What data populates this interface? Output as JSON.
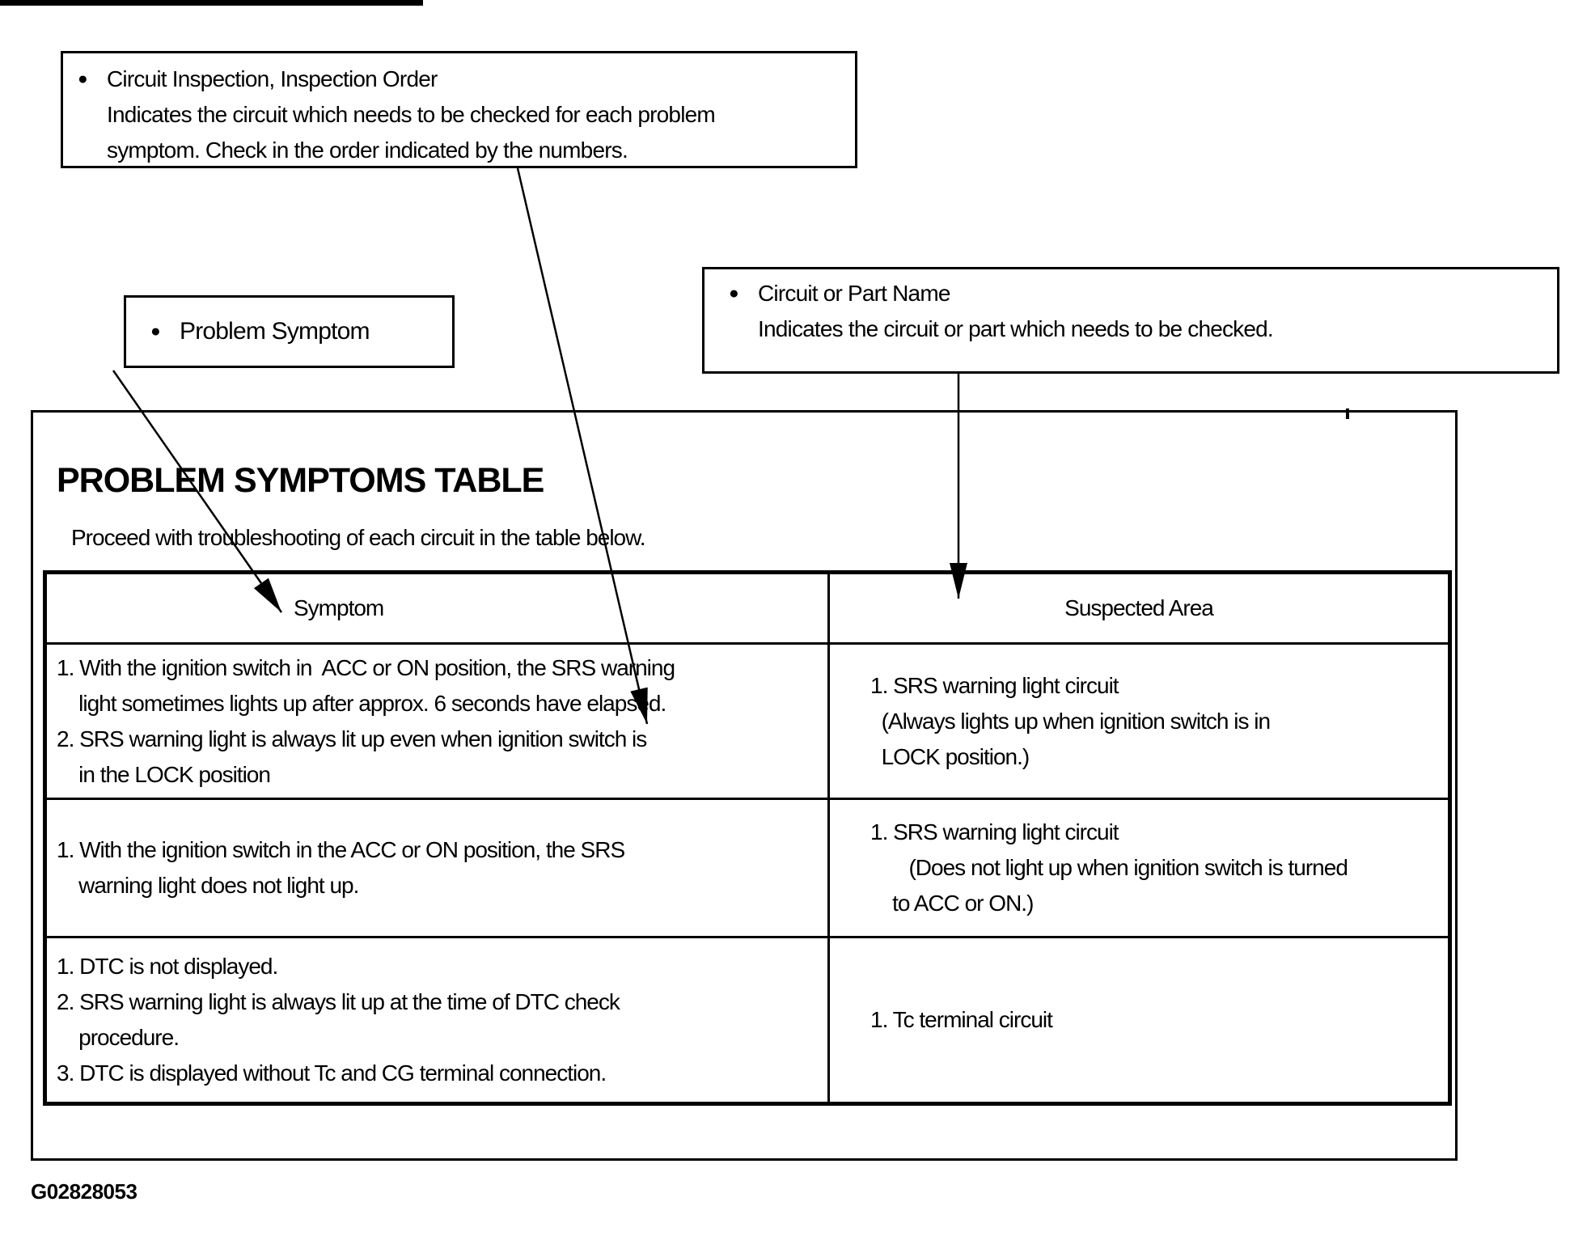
{
  "callouts": {
    "inspection": {
      "bullet": "●",
      "title": "Circuit Inspection, Inspection Order",
      "body": "Indicates the circuit which needs to be checked for each problem\nsymptom. Check in the order indicated by the numbers."
    },
    "problem_symptom": {
      "bullet": "●",
      "title": "Problem Symptom"
    },
    "circuit_part": {
      "bullet": "●",
      "title": "Circuit or Part Name",
      "body": "Indicates the circuit or part which needs to be checked."
    }
  },
  "panel": {
    "title": "PROBLEM SYMPTOMS TABLE",
    "subtitle": "Proceed with troubleshooting of each circuit in the table below.",
    "figure_code": "G02828053"
  },
  "table": {
    "headers": {
      "symptom": "Symptom",
      "suspected_area": "Suspected Area"
    },
    "rows": [
      {
        "symptom": "1. With the ignition switch in  ACC or ON position, the SRS warning\n    light sometimes lights up after approx. 6 seconds have elapsed.\n2. SRS warning light is always lit up even when ignition switch is\n    in the LOCK position",
        "suspected_area": "1. SRS warning light circuit\n  (Always lights up when ignition switch is in\n  LOCK position.)"
      },
      {
        "symptom": "1. With the ignition switch in the ACC or ON position, the SRS\n    warning light does not light up.",
        "suspected_area": "1. SRS warning light circuit\n       (Does not light up when ignition switch is turned\n    to ACC or ON.)"
      },
      {
        "symptom": "1. DTC is not displayed.\n2. SRS warning light is always lit up at the time of DTC check\n    procedure.\n3. DTC is displayed without Tc and CG terminal connection.",
        "suspected_area": "1. Tc terminal circuit"
      }
    ]
  }
}
